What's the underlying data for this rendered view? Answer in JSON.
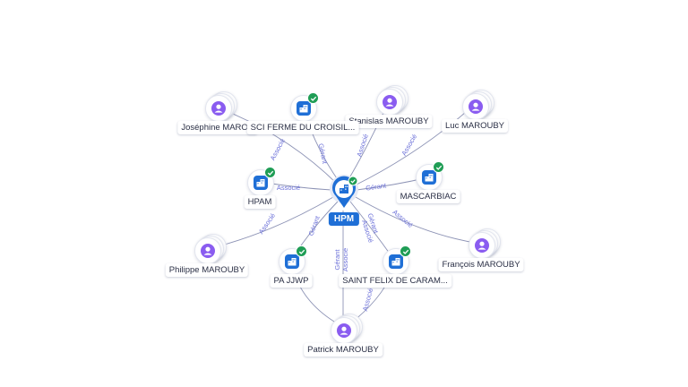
{
  "center": {
    "name": "HPM"
  },
  "people": [
    {
      "id": "josephine",
      "label": "Joséphine MAROU"
    },
    {
      "id": "stanislas",
      "label": "Stanislas MAROUBY"
    },
    {
      "id": "luc",
      "label": "Luc MAROUBY"
    },
    {
      "id": "philippe",
      "label": "Philippe MAROUBY"
    },
    {
      "id": "francois",
      "label": "François MAROUBY"
    },
    {
      "id": "patrick",
      "label": "Patrick MAROUBY"
    }
  ],
  "companies": [
    {
      "id": "sci",
      "label": "SCI FERME DU CROISIL..."
    },
    {
      "id": "hpam",
      "label": "HPAM"
    },
    {
      "id": "mascarbiac",
      "label": "MASCARBIAC"
    },
    {
      "id": "pajjwp",
      "label": "PA JJWP"
    },
    {
      "id": "saintfelix",
      "label": "SAINT FELIX DE CARAM..."
    }
  ],
  "edge_labels": {
    "associe": "Associé",
    "gerant": "Gérant"
  },
  "colors": {
    "person_icon": "#8a5cf0",
    "company_icon": "#1f6fd6",
    "verified_badge": "#1f9d55",
    "edge": "#8d93b5",
    "edge_label": "#6a6fd8"
  },
  "icons": {
    "person": "person-icon",
    "company": "building-icon",
    "verified": "check-badge-icon",
    "center": "location-pin-icon"
  }
}
